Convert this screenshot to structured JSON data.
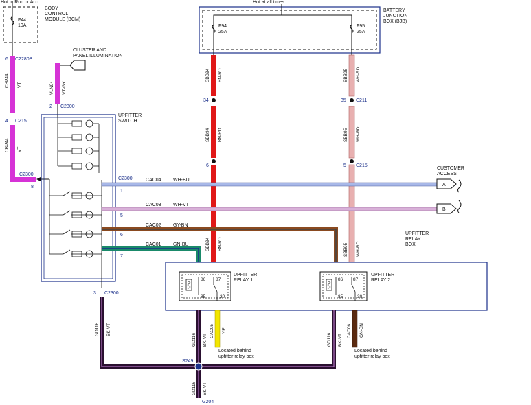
{
  "colors": {
    "violet": "#d633d6",
    "red": "#e01818",
    "white_red": "#e8b0b0",
    "white_blue": "#a8b8e8",
    "white_violet": "#d8b0d8",
    "gray_brown": "#8a4a20",
    "green_blue": "#1a8a6a",
    "black_violet": "#2a1030",
    "yellow": "#f2e600",
    "green_brown": "#5a2a10",
    "box_blue": "#1a2f8a"
  },
  "top_left": {
    "hot_label": "Hot in Run or Acc",
    "bcm_label_1": "BODY",
    "bcm_label_2": "CONTROL",
    "bcm_label_3": "MODULE (BCM)",
    "fuse_name": "F44",
    "fuse_rating": "10A"
  },
  "bjb": {
    "hot_label": "Hot at all times",
    "label_1": "BATTERY",
    "label_2": "JUNCTION",
    "label_3": "BOX (BJB)",
    "fuse1_name": "F94",
    "fuse1_rating": "25A",
    "fuse2_name": "F95",
    "fuse2_rating": "25A"
  },
  "cluster": {
    "label_1": "CLUSTER AND",
    "label_2": "PANEL ILLUMINATION"
  },
  "upfitter_switch": {
    "label_1": "UPFITTER",
    "label_2": "SWITCH"
  },
  "customer_access": {
    "label_1": "CUSTOMER",
    "label_2": "ACCESS",
    "conn_a": "A",
    "conn_b": "B"
  },
  "relay_box": {
    "label_1": "UPFITTER",
    "label_2": "RELAY",
    "label_3": "BOX",
    "relay1_label_1": "UPFITTER",
    "relay1_label_2": "RELAY 1",
    "relay2_label_1": "UPFITTER",
    "relay2_label_2": "RELAY 2",
    "pin_86": "86",
    "pin_87": "87",
    "pin_85": "85",
    "pin_30": "30"
  },
  "connectors": {
    "c2280b": "C2280B",
    "c2280b_pin": "6",
    "c215_left": "C215",
    "c215_left_pin": "4",
    "c2300_left": "C2300",
    "c2300_left_pin": "8",
    "c2300_top": "C2300",
    "c2300_top_pin": "2",
    "c2300_right": "C2300",
    "c2300_right_pin1": "1",
    "c2300_right_pin5": "5",
    "c2300_right_pin6": "6",
    "c2300_right_pin7": "7",
    "c2300_bottom": "C2300",
    "c2300_bottom_pin": "3",
    "c211": "C211",
    "c211_pin_left": "34",
    "c211_pin_right": "35",
    "c215_mid": "C215",
    "c215_mid_pin_left": "6",
    "c215_mid_pin_right": "5",
    "splice": "S249",
    "ground": "G204"
  },
  "wires": {
    "cbp44_a": "CBP44",
    "vt_a": "VT",
    "cbp44_b": "CBP44",
    "vt_b": "VT",
    "vln04": "VLN04",
    "vt_gy": "VT-GY",
    "sbb94_a": "SBB94",
    "bn_rd_a": "BN-RD",
    "sbb95_a": "SBB95",
    "wh_rd_a": "WH-RD",
    "sbb94_b": "SBB94",
    "bn_rd_b": "BN-RD",
    "sbb95_b": "SBB95",
    "wh_rd_b": "WH-RD",
    "sbb94_c": "SBB94",
    "bn_rd_c": "BN-RD",
    "sbb95_c": "SBB95",
    "wh_rd_c": "WH-RD",
    "cac04": "CAC04",
    "wh_bu": "WH-BU",
    "cac03": "CAC03",
    "wh_vt": "WH-VT",
    "cac02": "CAC02",
    "gy_bn": "GY-BN",
    "cac01": "CAC01",
    "gn_bu": "GN-BU",
    "gd116_a": "GD116",
    "bk_vt_a": "BK-VT",
    "gd116_b": "GD116",
    "bk_vt_b": "BK-VT",
    "cac05": "CAC05",
    "ye": "YE",
    "gd116_c": "GD116",
    "bk_vt_c": "BK-VT",
    "cac06": "CAC06",
    "gn_bn": "GN-BN",
    "gd116_d": "GD116",
    "bk_vt_d": "BK-VT"
  },
  "notes": {
    "located_1a": "Located behind",
    "located_1b": "upfitter relay box",
    "located_2a": "Located behind",
    "located_2b": "upfitter relay box"
  }
}
